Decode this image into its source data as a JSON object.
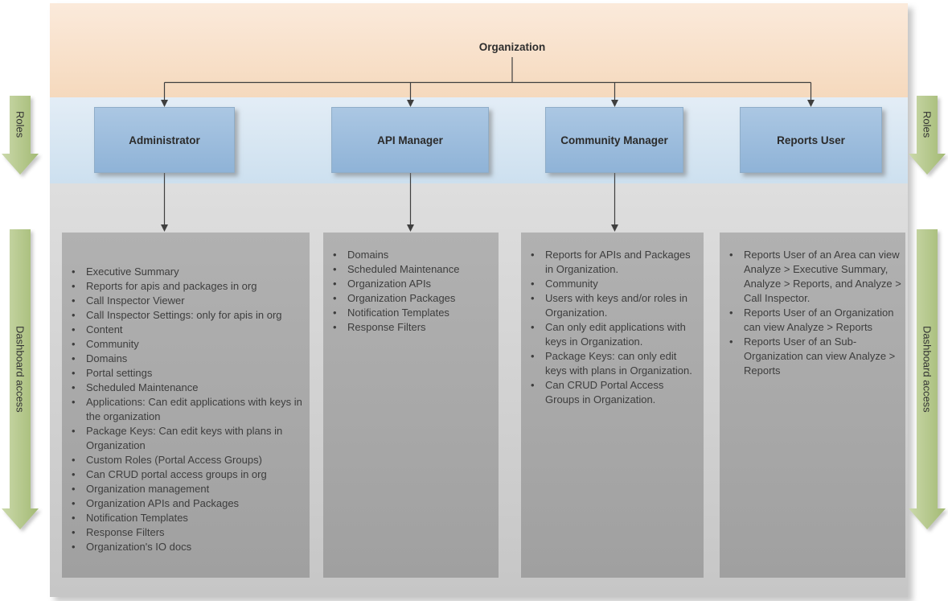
{
  "diagram": {
    "organization_label": "Organization",
    "side_labels": {
      "roles": "Roles",
      "dashboard_access": "Dashboard access"
    },
    "roles": [
      {
        "name": "Administrator",
        "access": [
          "Executive Summary",
          "Reports for apis and packages in org",
          "Call Inspector Viewer",
          "Call Inspector Settings: only for apis in org",
          "Content",
          "Community",
          "Domains",
          "Portal settings",
          "Scheduled Maintenance",
          "Applications: Can edit applications with keys in the organization",
          "Package Keys: Can edit keys with plans in Organization",
          "Custom Roles (Portal Access Groups)",
          "Can CRUD portal access groups in org",
          "Organization management",
          "Organization APIs and Packages",
          "Notification Templates",
          "Response Filters",
          "Organization's IO docs"
        ]
      },
      {
        "name": "API Manager",
        "access": [
          "Domains",
          "Scheduled Maintenance",
          "Organization APIs",
          "Organization Packages",
          "Notification Templates",
          "Response Filters"
        ]
      },
      {
        "name": "Community Manager",
        "access": [
          "Reports for APIs and Packages in Organization.",
          "Community",
          "Users with keys and/or roles in Organization.",
          "Can only edit applications with keys in Organization.",
          "Package Keys: can only edit keys with plans in Organization.",
          "Can CRUD Portal Access Groups in Organization."
        ]
      },
      {
        "name": "Reports User",
        "access": [
          "Reports User of an Area can view Analyze > Executive Summary, Analyze > Reports, and Analyze > Call Inspector.",
          "Reports User of an Organization can view Analyze > Reports",
          "Reports User of an Sub-Organization can view Analyze > Reports"
        ]
      }
    ],
    "palette": {
      "band_organization": "#f7dfc9",
      "band_roles": "#d8e6f3",
      "band_dashboard": "#d2d2d2",
      "role_box_blue": "#9dbdda",
      "panel_gray": "#a8a8a8",
      "arrow_green": "#b5c98e",
      "connector": "#3f3f3f"
    }
  }
}
